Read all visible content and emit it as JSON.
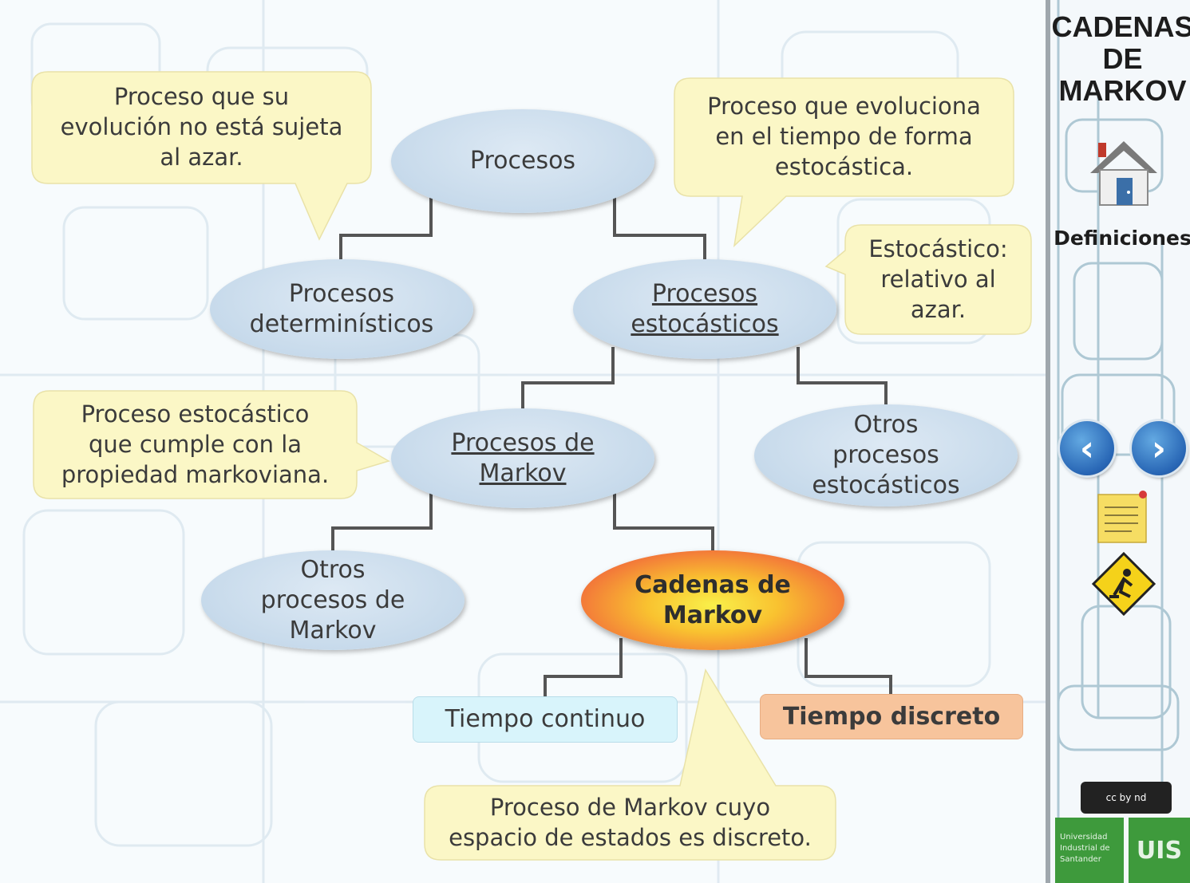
{
  "sidebar": {
    "title_lines": [
      "CADENAS",
      "DE",
      "MARKOV"
    ],
    "definitions_label": "Definiciones",
    "home_icon": "house-icon",
    "prev_icon": "chevron-left-icon",
    "next_icon": "chevron-right-icon",
    "notes_icon": "sticky-note-icon",
    "construction_icon": "under-construction-icon",
    "license": "cc by nd",
    "university_lines": [
      "Universidad",
      "Industrial de",
      "Santander"
    ],
    "university_logo": "UIS"
  },
  "map": {
    "procesos": "Procesos",
    "deterministicos_lines": [
      "Procesos",
      "determinísticos"
    ],
    "estocasticos_lines": [
      "Procesos",
      "estocásticos"
    ],
    "markov_lines": [
      "Procesos de",
      "Markov"
    ],
    "otros_estocasticos_lines": [
      "Otros",
      "procesos",
      "estocásticos"
    ],
    "otros_markov_lines": [
      "Otros",
      "procesos de",
      "Markov"
    ],
    "cadenas_lines": [
      "Cadenas de",
      "Markov"
    ],
    "tiempo_continuo": "Tiempo continuo",
    "tiempo_discreto": "Tiempo discreto"
  },
  "callouts": {
    "deterministico_lines": [
      "Proceso que su",
      "evolución no está sujeta",
      "al azar."
    ],
    "estocastico_lines": [
      "Proceso que evoluciona",
      "en el tiempo de forma",
      "estocástica."
    ],
    "azar_lines": [
      "Estocástico:",
      "relativo al",
      "azar."
    ],
    "markov_lines": [
      "Proceso estocástico",
      "que cumple con la",
      "propiedad markoviana."
    ],
    "cadena_lines": [
      "Proceso de Markov cuyo",
      "espacio de estados es discreto."
    ]
  },
  "colors": {
    "bubble": "#c7daeb",
    "callout": "#fbf7c6",
    "highlight": "#f2713a",
    "continuo": "#d8f4fb",
    "discreto": "#f7c49c",
    "connector": "#555555"
  }
}
